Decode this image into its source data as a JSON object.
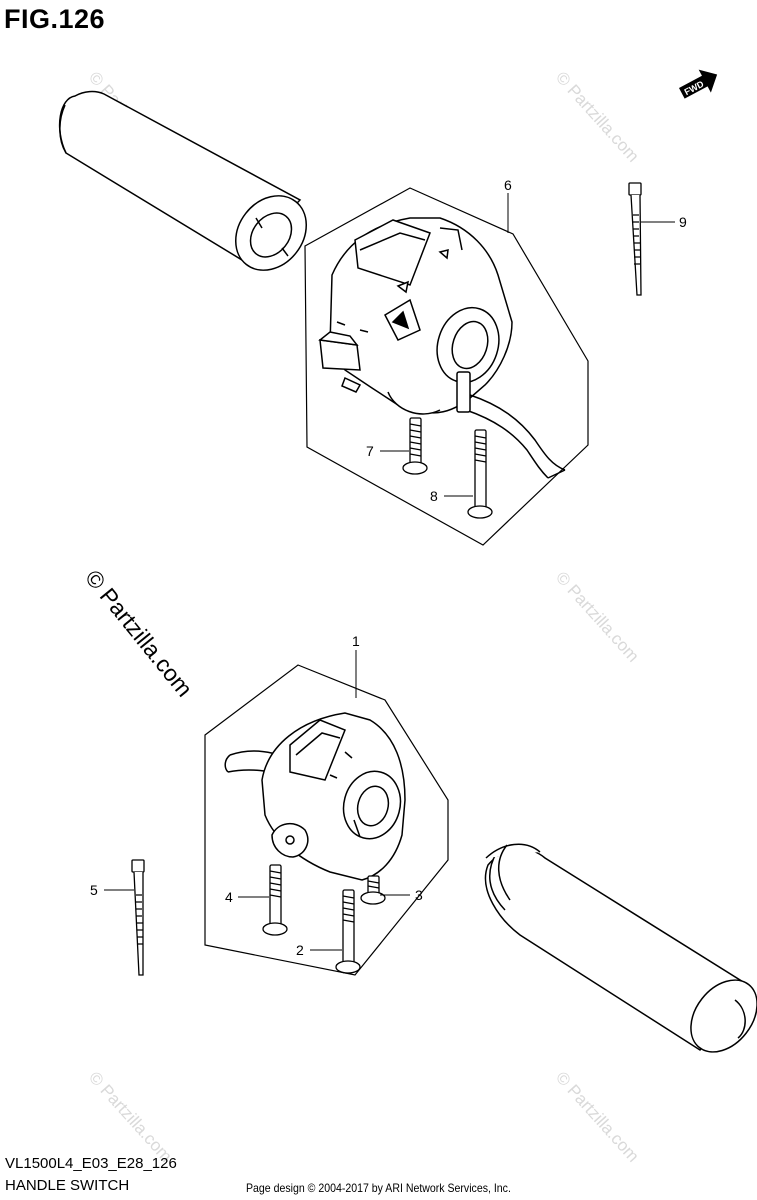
{
  "figure": {
    "title": "FIG.126",
    "model_code": "VL1500L4_E03_E28_126",
    "section_name": "HANDLE SWITCH",
    "copyright": "Page design © 2004-2017 by ARI Network Services, Inc."
  },
  "fwd_label": "FWD",
  "watermarks": {
    "small": "© Partzilla.com",
    "large": "© Partzilla.com"
  },
  "callouts": [
    "1",
    "2",
    "3",
    "4",
    "5",
    "6",
    "7",
    "8",
    "9"
  ],
  "colors": {
    "line": "#000000",
    "watermark": "#d9d9d9",
    "background": "#ffffff"
  }
}
